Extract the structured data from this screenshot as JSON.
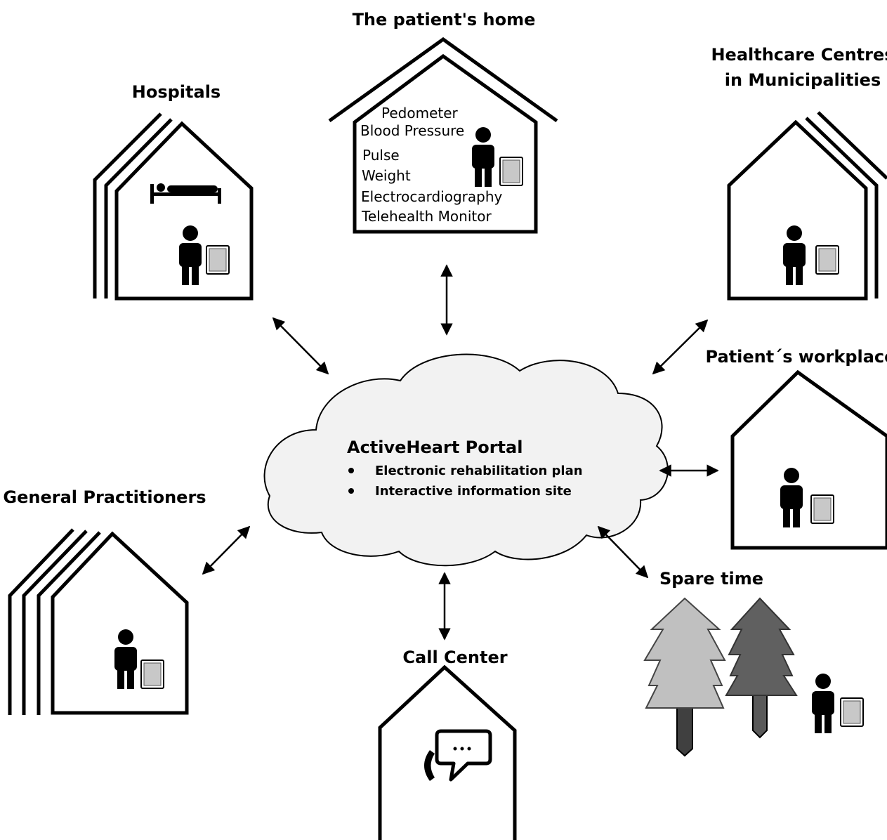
{
  "labels": {
    "patients_home": "The patient's home",
    "hospitals": "Hospitals",
    "healthcare_line1": "Healthcare Centres",
    "healthcare_line2": "in Municipalities",
    "workplace": "Patient´s workplace",
    "general_practitioners": "General Practitioners",
    "call_center": "Call Center",
    "spare_time": "Spare time"
  },
  "home_measurements": [
    "Pedometer",
    "Blood Pressure",
    "Pulse",
    "Weight",
    "Electrocardiography",
    "Telehealth Monitor"
  ],
  "portal": {
    "title": "ActiveHeart Portal",
    "items": [
      "Electronic rehabilitation plan",
      "Interactive information site"
    ]
  },
  "icons": [
    "person-icon",
    "tablet-icon",
    "bed-icon",
    "phone-icon",
    "speech-bubble-icon",
    "tree-icon",
    "cloud-icon"
  ],
  "colors": {
    "cloud_fill": "#f2f2f2",
    "tree_light": "#c0c0c0",
    "tree_dark": "#606060",
    "trunk": "#404040",
    "tablet_screen": "#c8c8c8"
  }
}
